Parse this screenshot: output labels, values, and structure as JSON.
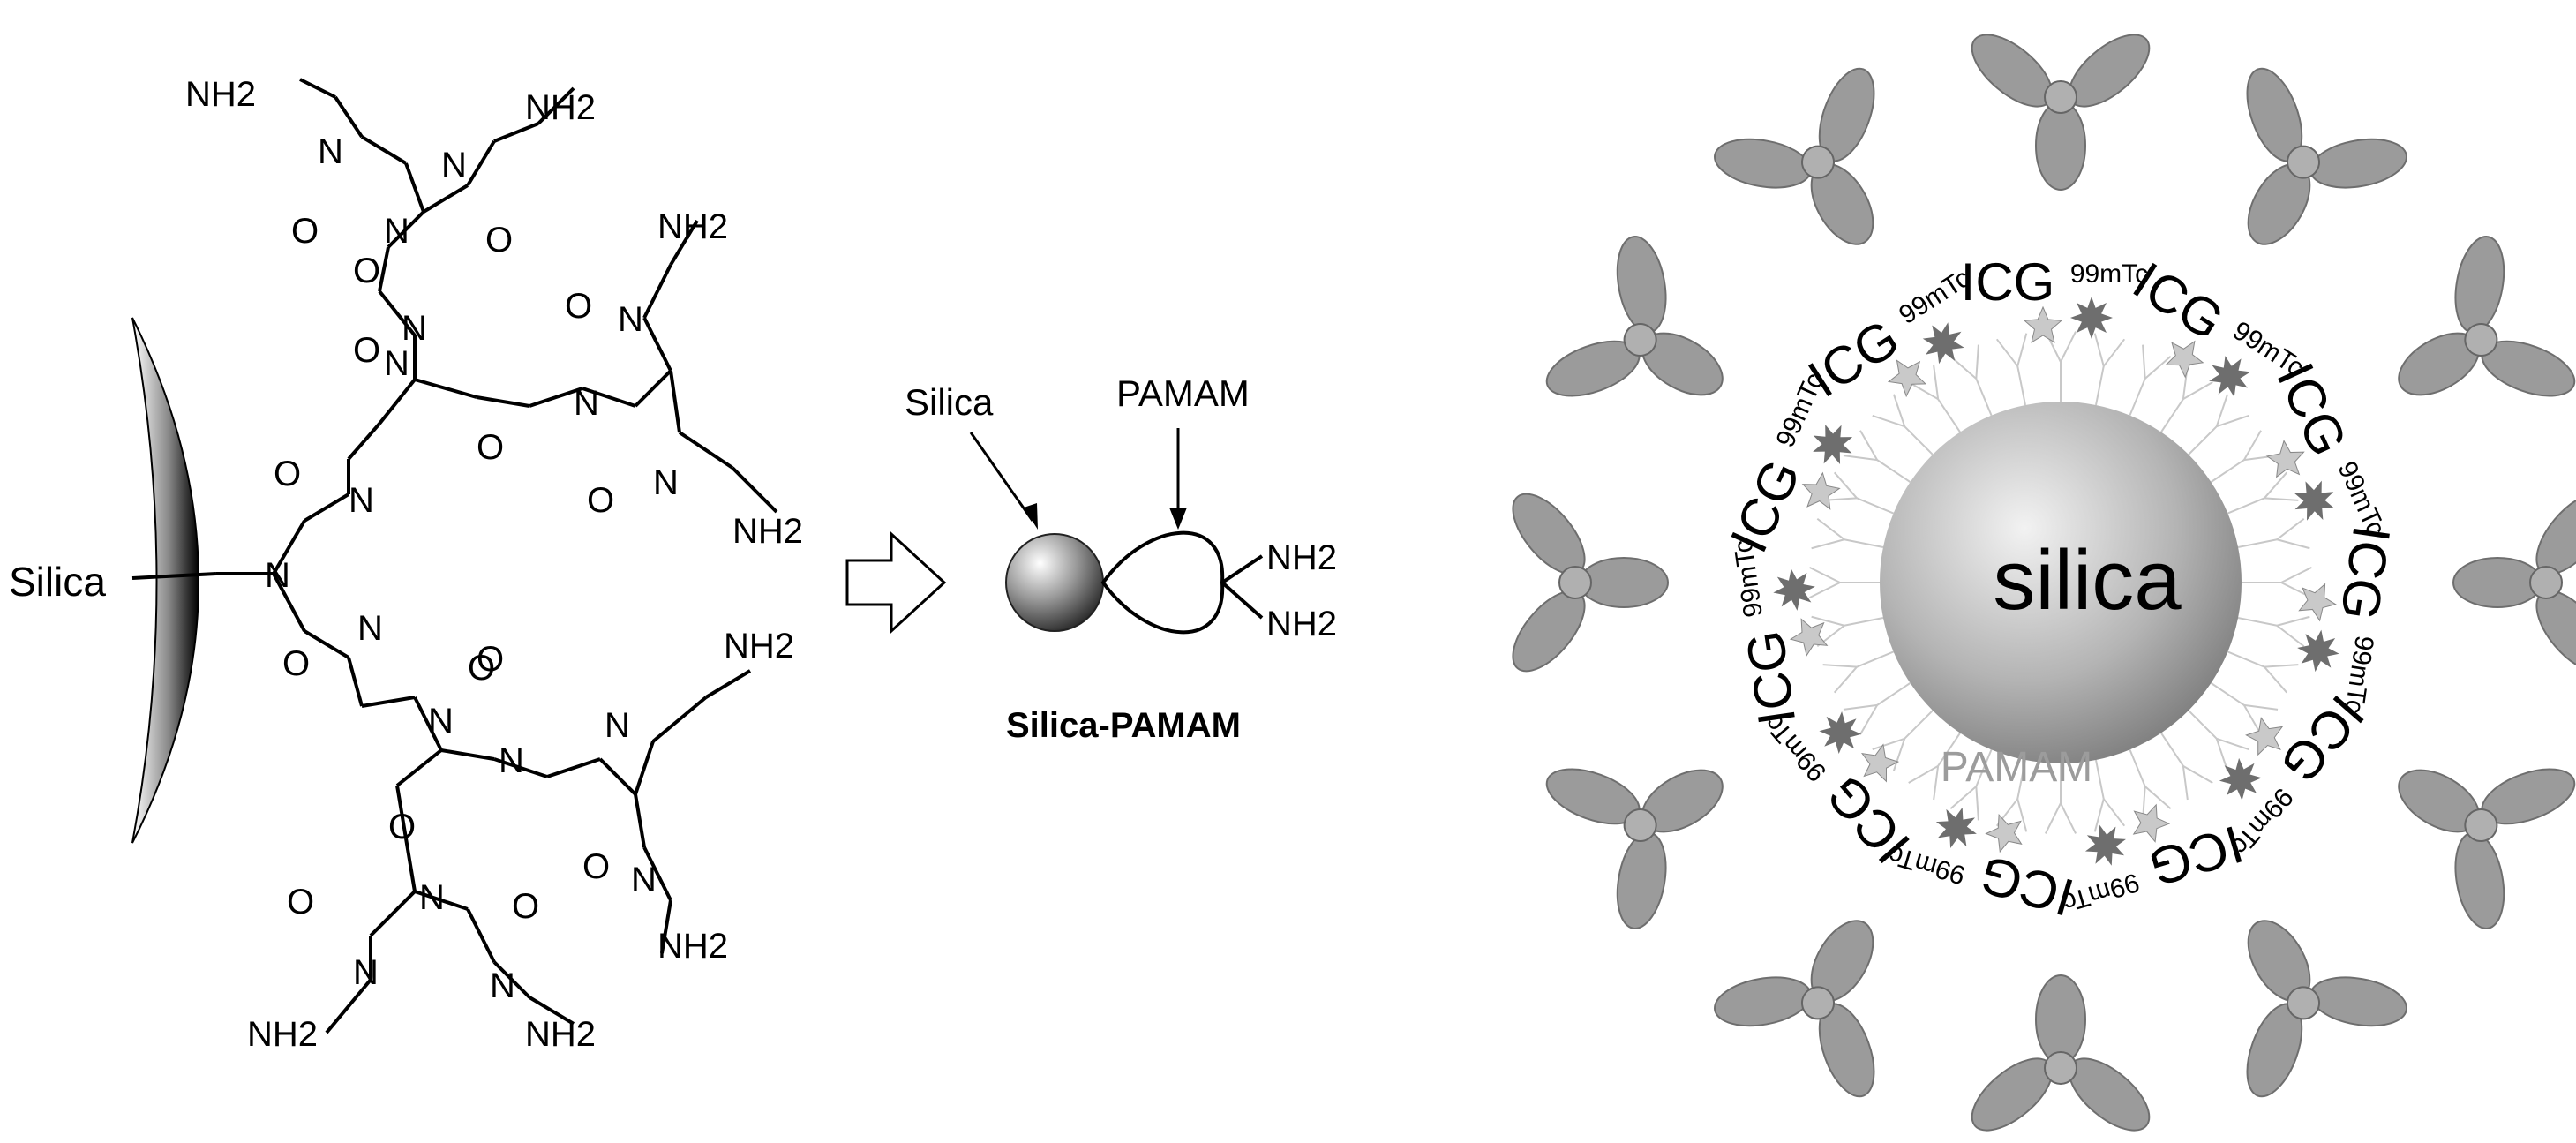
{
  "left_panel": {
    "surface_label": "Silica",
    "atoms": {
      "amine": "NH2",
      "nitrogen": "N",
      "oxygen": "O"
    }
  },
  "middle_panel": {
    "silica_label": "Silica",
    "pamam_label": "PAMAM",
    "amine_top": "NH2",
    "amine_bottom": "NH2",
    "caption": "Silica-PAMAM"
  },
  "right_panel": {
    "core_label": "silica",
    "shell_label": "PAMAM",
    "dye_label": "ICG",
    "isotope_label": "99mTc",
    "antibody_count": 12,
    "colors": {
      "core": "#9a9a9a",
      "dendron": "#c8c8c8",
      "star_dark": "#6e6e6e",
      "star_light": "#c9c9c9",
      "antibody": "#8a8a8a"
    }
  }
}
